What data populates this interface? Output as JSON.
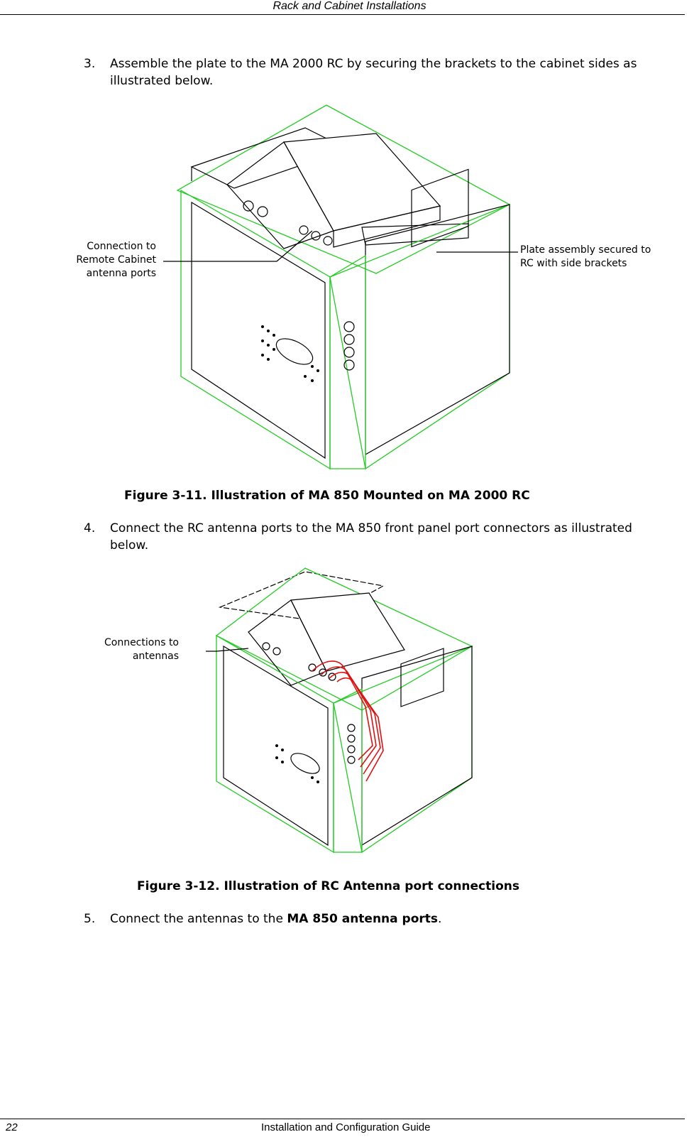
{
  "header": {
    "title": "Rack and Cabinet Installations"
  },
  "steps": [
    {
      "num": "3.",
      "text": "Assemble the plate to the MA 2000 RC by securing the brackets to the cabinet sides as illustrated below."
    },
    {
      "num": "4.",
      "text": "Connect the RC antenna ports to the MA 850 front panel port connectors as illustrated below."
    },
    {
      "num": "5.",
      "text_before": "Connect the antennas to the ",
      "text_bold": "MA 850 antenna ports",
      "text_after": "."
    }
  ],
  "figure1": {
    "caption": "Figure 3-11. Illustration of MA 850 Mounted on MA 2000 RC",
    "callout_left": [
      "Connection to",
      "Remote  Cabinet",
      "antenna ports"
    ],
    "callout_right": [
      "Plate assembly secured to",
      "RC with side brackets"
    ]
  },
  "figure2": {
    "caption": "Figure 3-12. Illustration of RC Antenna port connections",
    "callout_left": [
      "Connections to",
      "antennas"
    ]
  },
  "footer": {
    "page_number": "22",
    "guide": "Installation and Configuration Guide"
  },
  "colors": {
    "outline": "#000000",
    "highlight": "#22cc22",
    "cable": "#e01010"
  }
}
